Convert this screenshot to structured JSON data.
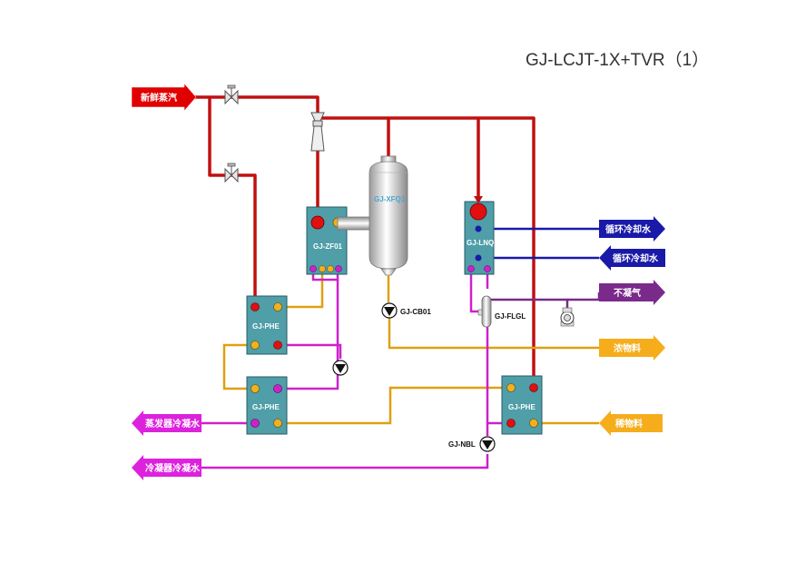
{
  "title": "GJ-LCJT-1X+TVR（1）",
  "streams": {
    "fresh_steam": "新鲜蒸汽",
    "cooling_water_out": "循环冷却水",
    "cooling_water_in": "循环冷却水",
    "non_condensable": "不凝气",
    "concentrate": "浓物料",
    "dilute_feed": "稀物料",
    "evaporator_condensate": "蒸发器冷凝水",
    "condenser_condensate": "冷凝器冷凝水"
  },
  "equipment": {
    "evaporator": "GJ-ZF01",
    "separator": "GJ-XFQ1",
    "condenser": "GJ-LNQ",
    "phe_top": "GJ-PHE",
    "phe_bottom": "GJ-PHE",
    "phe_right": "GJ-PHE",
    "pump_concentrate": "GJ-CB01",
    "flash_tank": "GJ-FLGL",
    "pump_condensate": "GJ-NBL"
  },
  "colors": {
    "steam": "#d01010",
    "condensate": "#cc22cc",
    "product": "#f0b020",
    "cooling": "#1a1aa8",
    "vapor": "#7a2a8a",
    "equipment": "#4f9ea8"
  }
}
